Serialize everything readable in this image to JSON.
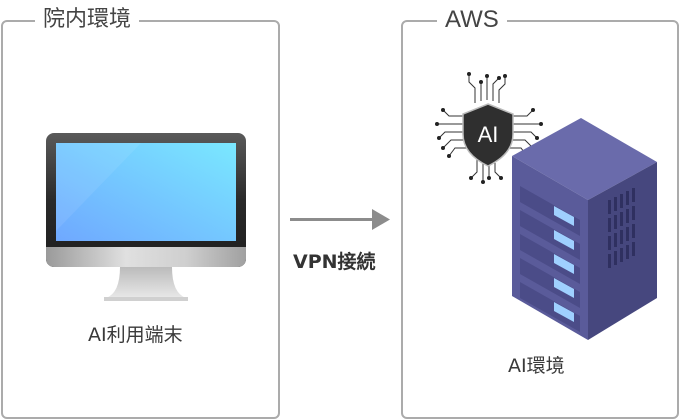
{
  "groups": {
    "left": {
      "title": "院内環境",
      "caption": "AI利用端末"
    },
    "right": {
      "title": "AWS",
      "caption": "AI環境"
    }
  },
  "connection": {
    "label": "VPN接続",
    "arrow_direction": "right"
  },
  "icons": {
    "monitor": "desktop-monitor",
    "ai_badge": "ai-shield-circuit",
    "ai_badge_text": "AI",
    "server": "server-rack"
  },
  "colors": {
    "border": "#ababab",
    "arrow": "#8c8c8c",
    "screen_start": "#6fa8ff",
    "screen_end": "#7ae8ff",
    "server_front": "#5a5b9a",
    "server_side": "#46477e",
    "server_top": "#6a6bab",
    "shield": "#2f2f2f"
  }
}
